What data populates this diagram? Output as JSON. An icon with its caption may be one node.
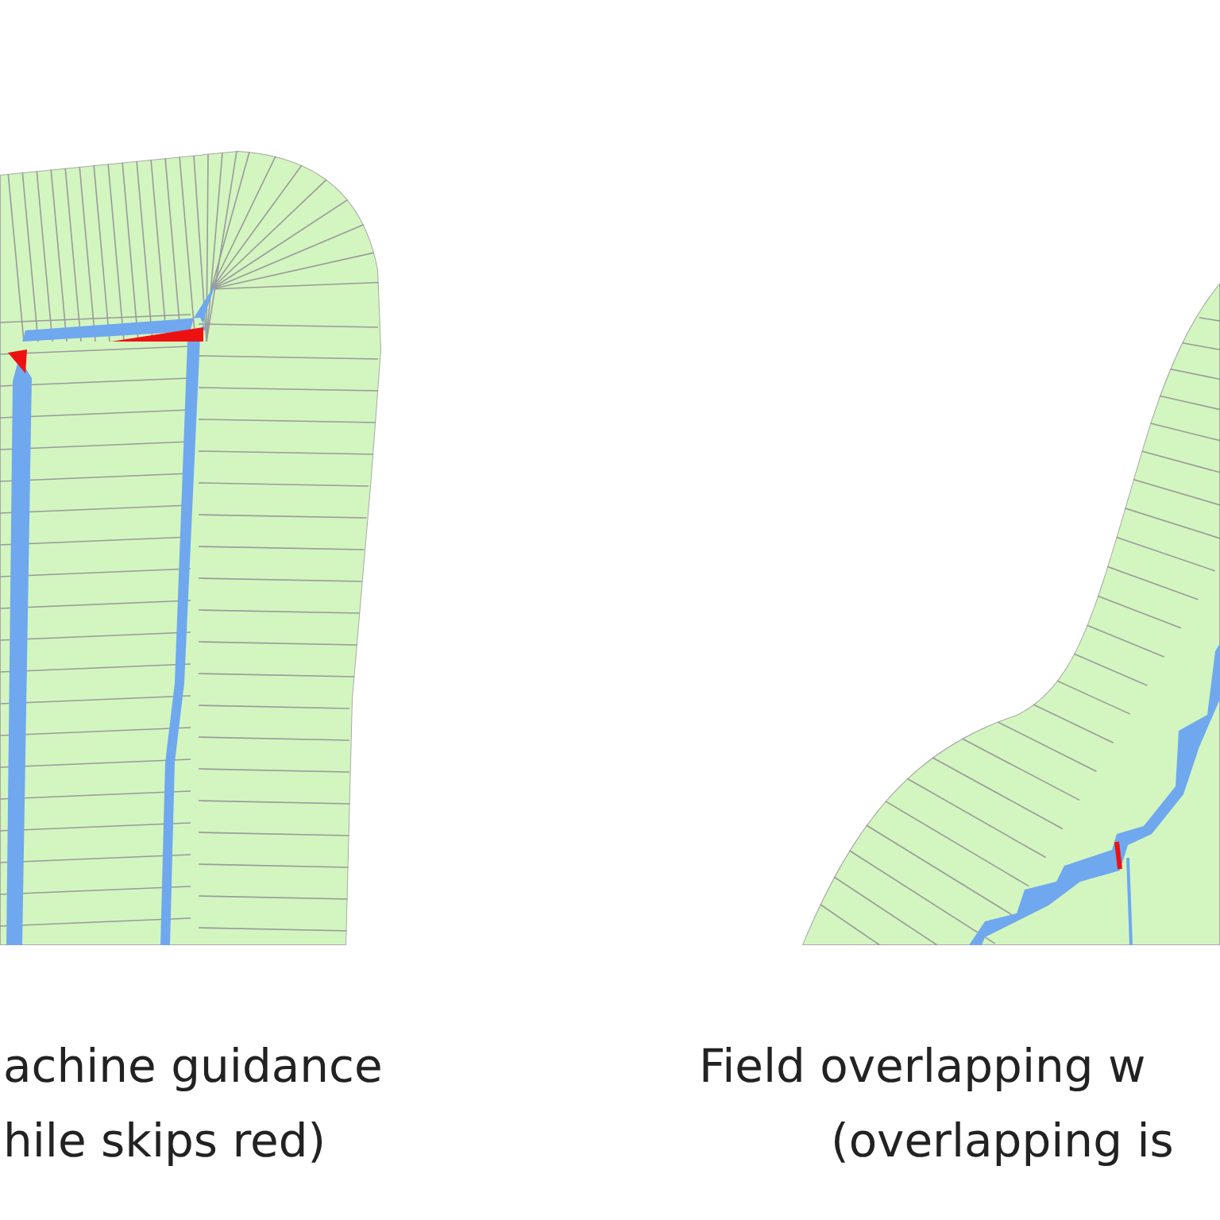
{
  "diagram": {
    "labels": [
      "achine guidance",
      "hile skips red)",
      "Field overlapping w",
      "(overlapping is"
    ]
  }
}
